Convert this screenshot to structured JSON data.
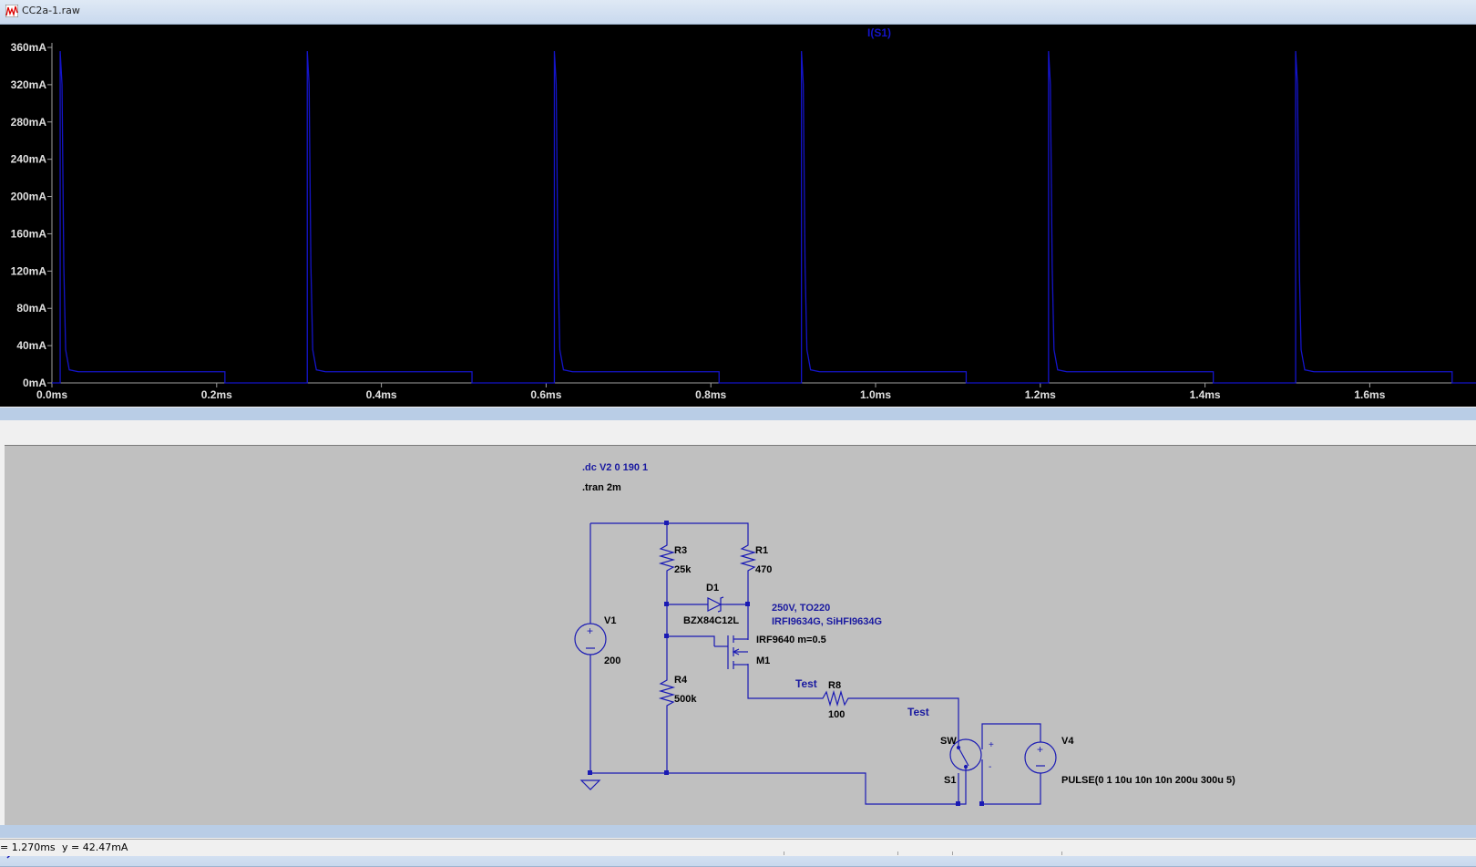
{
  "plot_window": {
    "title": "CC2a-1.raw",
    "icon": "waveform-icon"
  },
  "schematic_window": {
    "title": "CCSwitch.asc",
    "icon": "schematic-icon"
  },
  "chart_data": {
    "type": "line",
    "title": "I(S1)",
    "xlabel": "",
    "ylabel": "",
    "xlim": [
      0,
      1.7
    ],
    "ylim": [
      0,
      360
    ],
    "x_unit": "ms",
    "y_unit": "mA",
    "x_ticks": [
      "0.0ms",
      "0.2ms",
      "0.4ms",
      "0.6ms",
      "0.8ms",
      "1.0ms",
      "1.2ms",
      "1.4ms",
      "1.6ms"
    ],
    "x_tick_values": [
      0,
      0.2,
      0.4,
      0.6,
      0.8,
      1.0,
      1.2,
      1.4,
      1.6
    ],
    "y_ticks": [
      "0mA",
      "40mA",
      "80mA",
      "120mA",
      "160mA",
      "200mA",
      "240mA",
      "280mA",
      "320mA",
      "360mA"
    ],
    "y_tick_values": [
      0,
      40,
      80,
      120,
      160,
      200,
      240,
      280,
      320,
      360
    ],
    "series": [
      {
        "name": "I(S1)",
        "color": "#1414c8",
        "pulses": [
          {
            "start": 0.01,
            "end": 0.21
          },
          {
            "start": 0.31,
            "end": 0.51
          },
          {
            "start": 0.61,
            "end": 0.81
          },
          {
            "start": 0.91,
            "end": 1.11
          },
          {
            "start": 1.21,
            "end": 1.41
          },
          {
            "start": 1.51,
            "end": 1.7
          }
        ],
        "peak": 356,
        "plateau": 12
      }
    ],
    "background": "#000000",
    "axis_color": "#a0a0a0"
  },
  "schematic": {
    "directives": [
      ".dc V2 0 190 1",
      ".tran 2m"
    ],
    "components": {
      "V1": {
        "name": "V1",
        "value": "200"
      },
      "R3": {
        "name": "R3",
        "value": "25k"
      },
      "R1": {
        "name": "R1",
        "value": "470"
      },
      "D1": {
        "name": "D1",
        "value": "BZX84C12L"
      },
      "M1": {
        "name": "M1",
        "value": "IRF9640 m=0.5",
        "note1": "250V, TO220",
        "note2": "IRFI9634G, SiHFI9634G"
      },
      "R4": {
        "name": "R4",
        "value": "500k"
      },
      "R8": {
        "name": "R8",
        "value": "100"
      },
      "S1": {
        "name": "S1",
        "value": "SW"
      },
      "V4": {
        "name": "V4",
        "value": "PULSE(0 1 10u 10n 10n 200u 300u 5)"
      }
    },
    "net_labels": [
      "Test",
      "Test"
    ],
    "wire_color": "#1a1ab4",
    "label_color": "#1a1aa0"
  },
  "status": {
    "x_readout": "= 1.270ms",
    "y_readout": "y = 42.47mA"
  }
}
